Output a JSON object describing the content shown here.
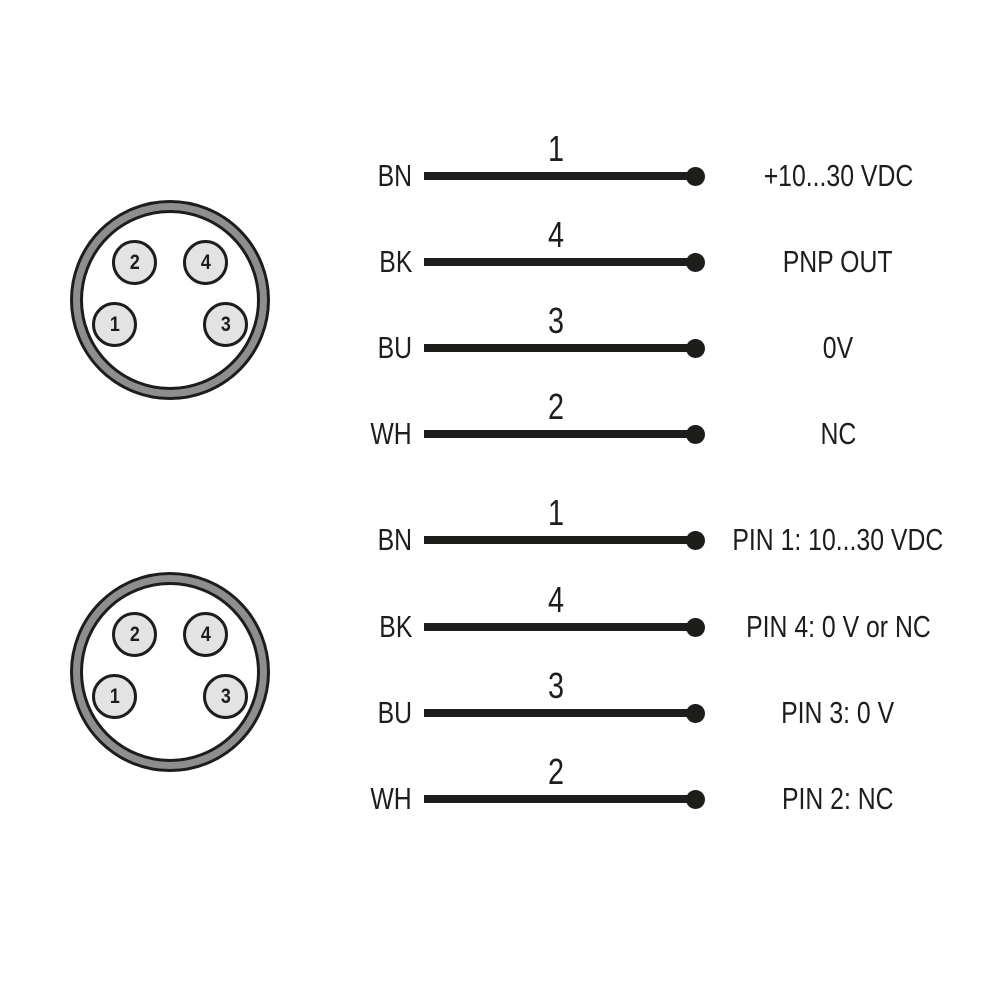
{
  "colors": {
    "ink": "#1d1d1b",
    "ring": "#8e8e8e",
    "pin_fill": "#e3e3e3",
    "bg": "#ffffff"
  },
  "connectors": [
    {
      "pins": [
        {
          "label": "2"
        },
        {
          "label": "4"
        },
        {
          "label": "1"
        },
        {
          "label": "3"
        }
      ]
    },
    {
      "pins": [
        {
          "label": "2"
        },
        {
          "label": "4"
        },
        {
          "label": "1"
        },
        {
          "label": "3"
        }
      ]
    }
  ],
  "groups": [
    {
      "rows": [
        {
          "wire": "BN",
          "pin": "1",
          "signal": "+10...30 VDC"
        },
        {
          "wire": "BK",
          "pin": "4",
          "signal": "PNP OUT"
        },
        {
          "wire": "BU",
          "pin": "3",
          "signal": "0V"
        },
        {
          "wire": "WH",
          "pin": "2",
          "signal": "NC"
        }
      ]
    },
    {
      "rows": [
        {
          "wire": "BN",
          "pin": "1",
          "signal": "PIN 1: 10...30 VDC"
        },
        {
          "wire": "BK",
          "pin": "4",
          "signal": "PIN 4: 0 V or NC"
        },
        {
          "wire": "BU",
          "pin": "3",
          "signal": "PIN 3: 0 V"
        },
        {
          "wire": "WH",
          "pin": "2",
          "signal": "PIN 2: NC"
        }
      ]
    }
  ]
}
